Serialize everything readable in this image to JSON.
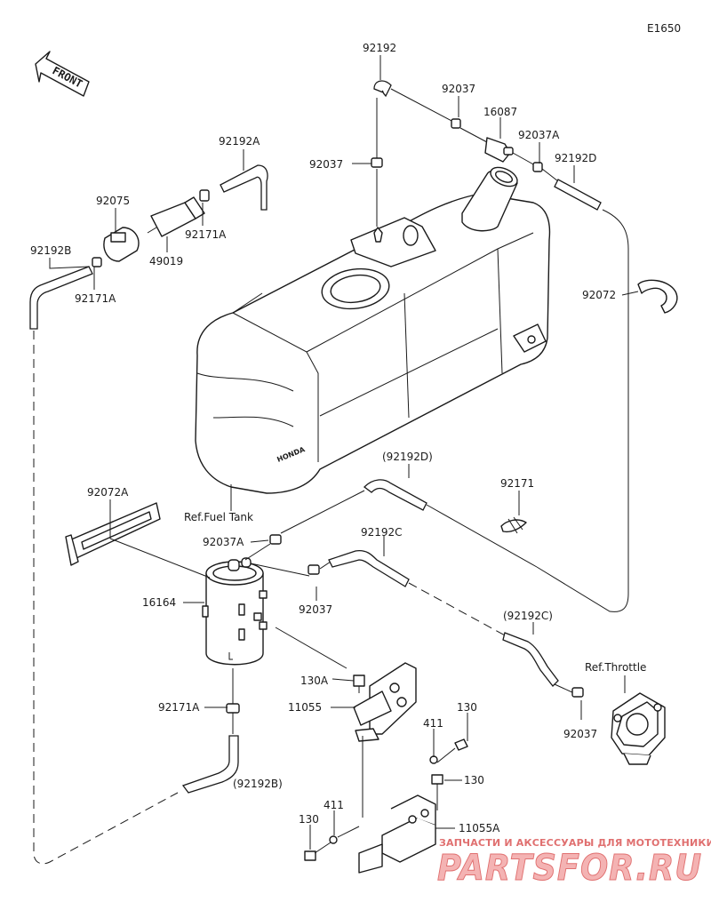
{
  "diagram_code": "E1650",
  "front_label": "FRONT",
  "tank_embossed": "HONDA",
  "callouts": {
    "c92192_top": "92192",
    "c92037_a": "92037",
    "c16087": "16087",
    "c92037A_top": "92037A",
    "c92192D_top": "92192D",
    "c92037_b": "92037",
    "c92192A": "92192A",
    "c92075": "92075",
    "c92171A_a": "92171A",
    "c49019": "49019",
    "c92192B": "92192B",
    "c92171A_b": "92171A",
    "c92072": "92072",
    "ref_fuel_tank": "Ref.Fuel Tank",
    "c92192D_paren": "(92192D)",
    "c92171": "92171",
    "c92072A": "92072A",
    "c92037A_mid": "92037A",
    "c92192C": "92192C",
    "c16164": "16164",
    "c92037_c": "92037",
    "c92192C_paren": "(92192C)",
    "ref_throttle": "Ref.Throttle",
    "c130A": "130A",
    "c11055": "11055",
    "c130_a": "130",
    "c411_a": "411",
    "c92171A_c": "92171A",
    "c92037_d": "92037",
    "c130_b": "130",
    "c92192B_paren": "(92192B)",
    "c11055A": "11055A",
    "c411_b": "411",
    "c130_c": "130"
  },
  "watermark": {
    "line1": "ЗАПЧАСТИ И АКСЕССУАРЫ ДЛЯ МОТОТЕХНИКИ",
    "line2": "PARTSFOR.RU"
  }
}
